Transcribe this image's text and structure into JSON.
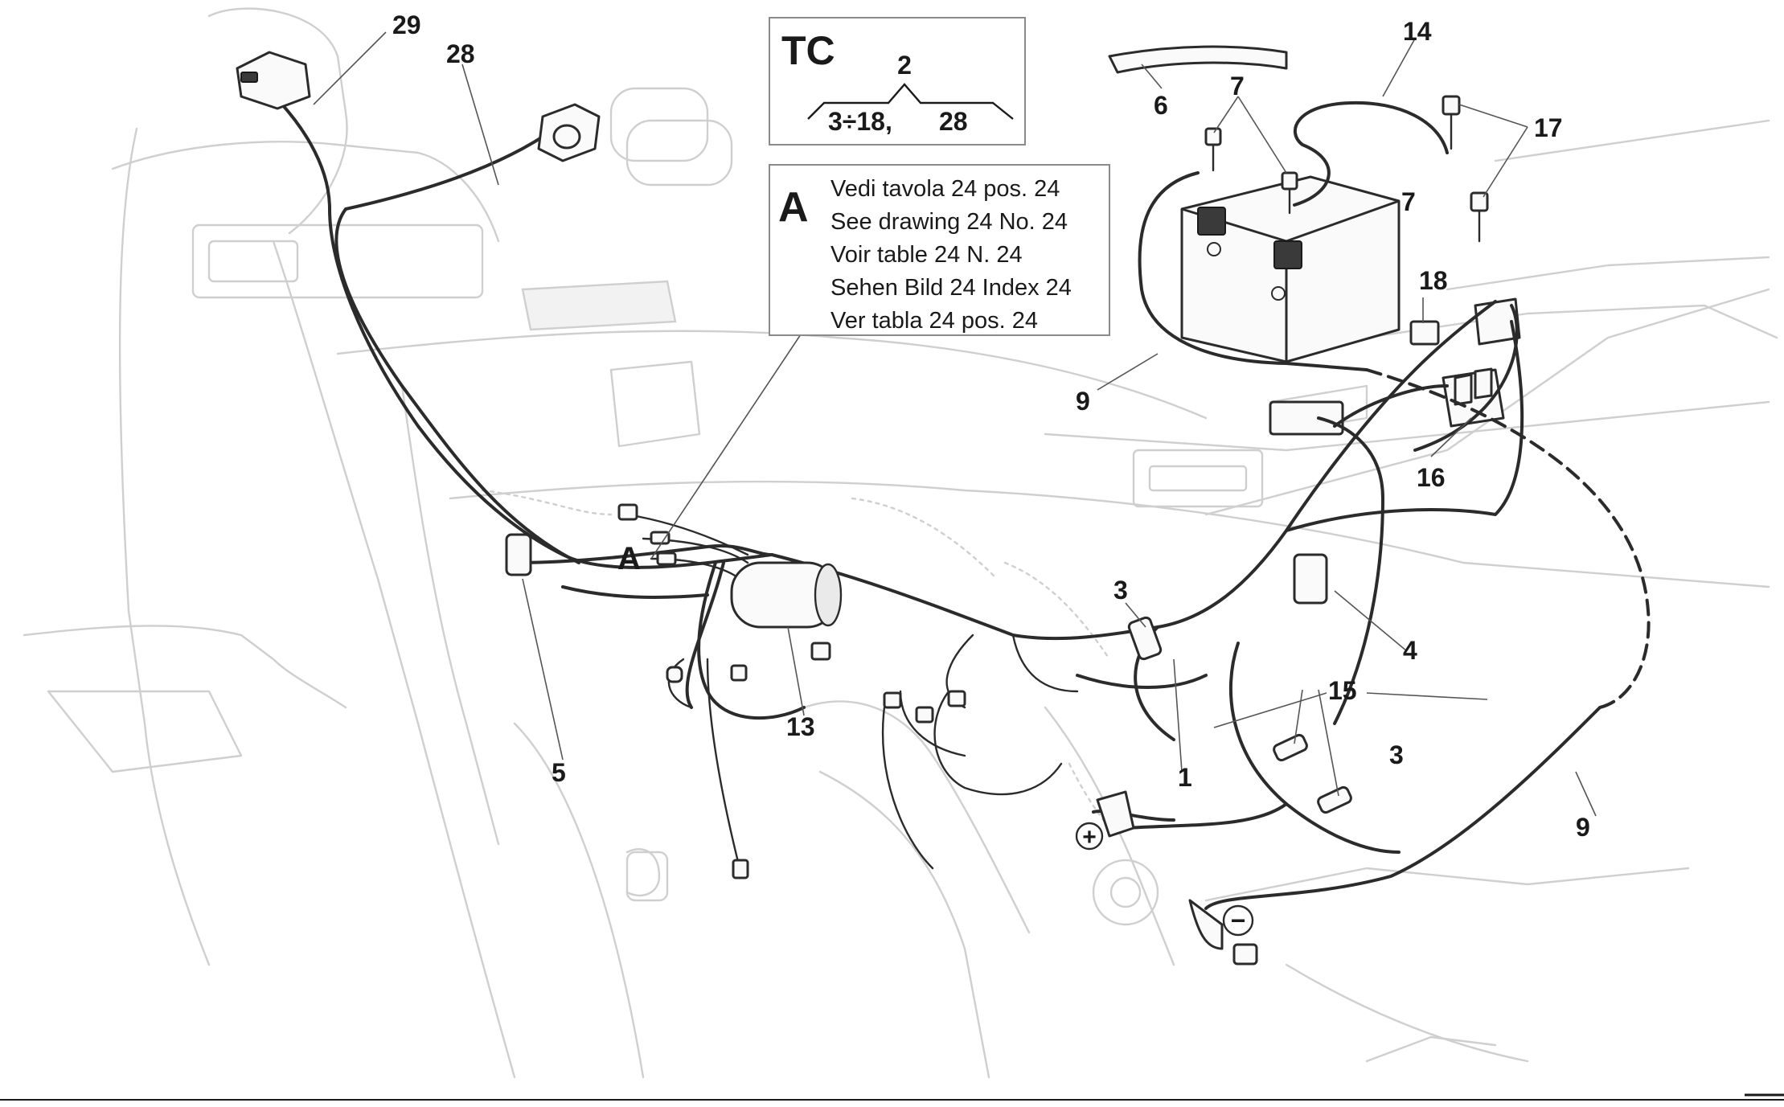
{
  "tc_box": {
    "title": "TC",
    "top": "2",
    "left": "3÷18,",
    "right": "28"
  },
  "a_box": {
    "letter": "A",
    "lines": [
      "Vedi tavola 24 pos. 24",
      "See drawing 24 No. 24",
      "Voir table 24 N. 24",
      "Sehen Bild 24 Index 24",
      "Ver tabla 24 pos. 24"
    ]
  },
  "callouts": {
    "c29": "29",
    "c28": "28",
    "c6": "6",
    "c7a": "7",
    "c7b": "7",
    "c14": "14",
    "c17": "17",
    "c18": "18",
    "c9a": "9",
    "c9b": "9",
    "c16": "16",
    "c4": "4",
    "c3a": "3",
    "c3b": "3",
    "c15": "15",
    "c1": "1",
    "c13": "13",
    "c5": "5",
    "cA": "A"
  },
  "symbols": {
    "plus": "+",
    "minus": "−"
  },
  "colors": {
    "ink": "#1a1a1a",
    "ghost": "#cfcfcf"
  }
}
